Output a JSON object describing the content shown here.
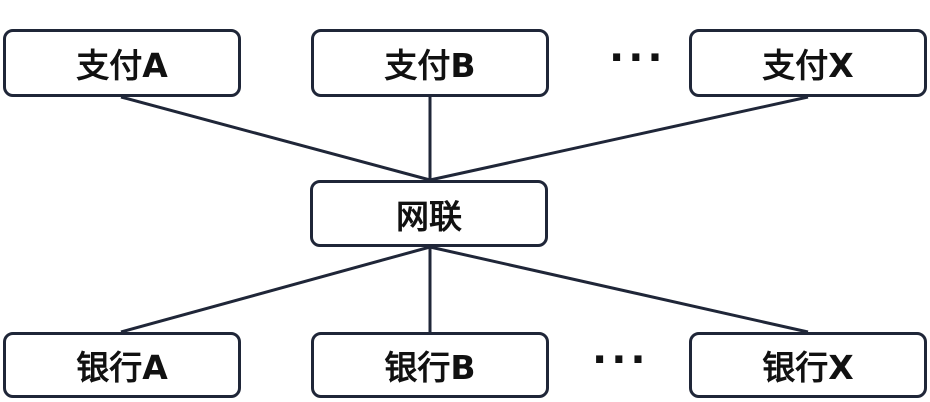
{
  "payments": [
    {
      "label": "支付A"
    },
    {
      "label": "支付B"
    },
    {
      "label": "支付X"
    }
  ],
  "hub": {
    "label": "网联"
  },
  "banks": [
    {
      "label": "银行A"
    },
    {
      "label": "银行B"
    },
    {
      "label": "银行X"
    }
  ],
  "ellipsis": {
    "top": "···",
    "bottom": "···"
  },
  "colors": {
    "stroke": "#1f2638",
    "text": "#111111",
    "background": "#ffffff"
  }
}
